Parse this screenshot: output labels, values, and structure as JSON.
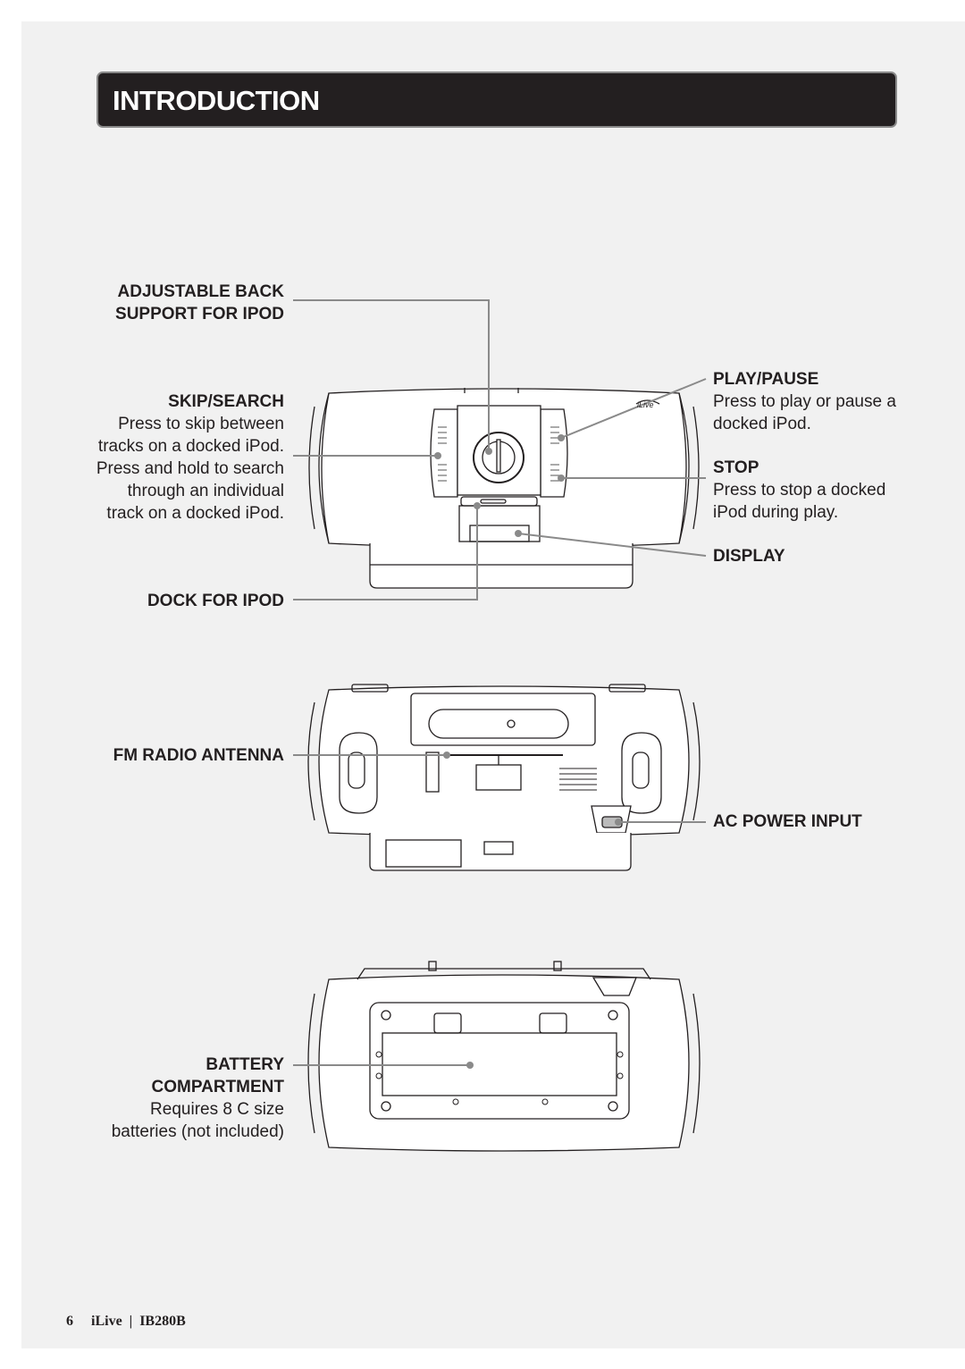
{
  "header": {
    "title": "INTRODUCTION"
  },
  "front_view": {
    "adjustable_back": {
      "title_line1": "ADJUSTABLE BACK",
      "title_line2": "SUPPORT FOR IPOD"
    },
    "skip_search": {
      "title": "SKIP/SEARCH",
      "desc_lines": [
        "Press to skip between",
        "tracks on a docked iPod.",
        "Press and hold to search",
        "through an individual",
        "track on a docked iPod."
      ]
    },
    "dock": {
      "title": "DOCK FOR IPOD"
    },
    "play_pause": {
      "title": "PLAY/PAUSE",
      "desc_lines": [
        "Press to play or pause a",
        "docked iPod."
      ]
    },
    "stop": {
      "title": "STOP",
      "desc_lines": [
        "Press to stop a docked",
        "iPod during play."
      ]
    },
    "display": {
      "title": "DISPLAY"
    },
    "logo_text": "iLive"
  },
  "back_view": {
    "fm_antenna": {
      "title": "FM RADIO ANTENNA"
    },
    "ac_power": {
      "title": "AC POWER INPUT"
    }
  },
  "bottom_view": {
    "battery": {
      "title_line1": "BATTERY",
      "title_line2": "COMPARTMENT",
      "desc_lines": [
        "Requires 8 C size",
        "batteries (not included)"
      ]
    }
  },
  "footer": {
    "page_number": "6",
    "brand": "iLive",
    "separator": "|",
    "model": "IB280B"
  }
}
